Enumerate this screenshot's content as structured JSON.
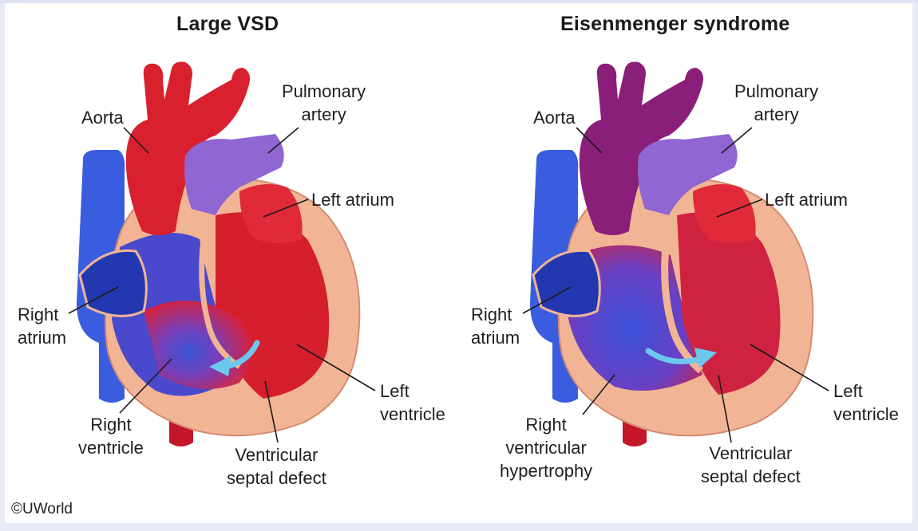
{
  "panels": [
    {
      "title": "Large VSD",
      "labels": {
        "aorta": "Aorta",
        "pulmonary_artery": "Pulmonary\nartery",
        "left_atrium": "Left atrium",
        "right_atrium": "Right\natrium",
        "right_ventricle": "Right\nventricle",
        "left_ventricle": "Left\nventricle",
        "vsd": "Ventricular\nseptal defect"
      },
      "shunt_direction": "left-to-right",
      "aorta_color": "#d6202e"
    },
    {
      "title": "Eisenmenger syndrome",
      "labels": {
        "aorta": "Aorta",
        "pulmonary_artery": "Pulmonary\nartery",
        "left_atrium": "Left atrium",
        "right_atrium": "Right\natrium",
        "right_ventricle": "Right\nventricular\nhypertrophy",
        "left_ventricle": "Left\nventricle",
        "vsd": "Ventricular\nseptal defect"
      },
      "shunt_direction": "right-to-left",
      "aorta_color": "#8a1f7a"
    }
  ],
  "copyright": "©UWorld",
  "colors": {
    "red": "#dc1f2d",
    "blue": "#3357d6",
    "purple": "#8a5fd0",
    "tissue": "#f3b79c",
    "arrow": "#6cc9ee"
  }
}
